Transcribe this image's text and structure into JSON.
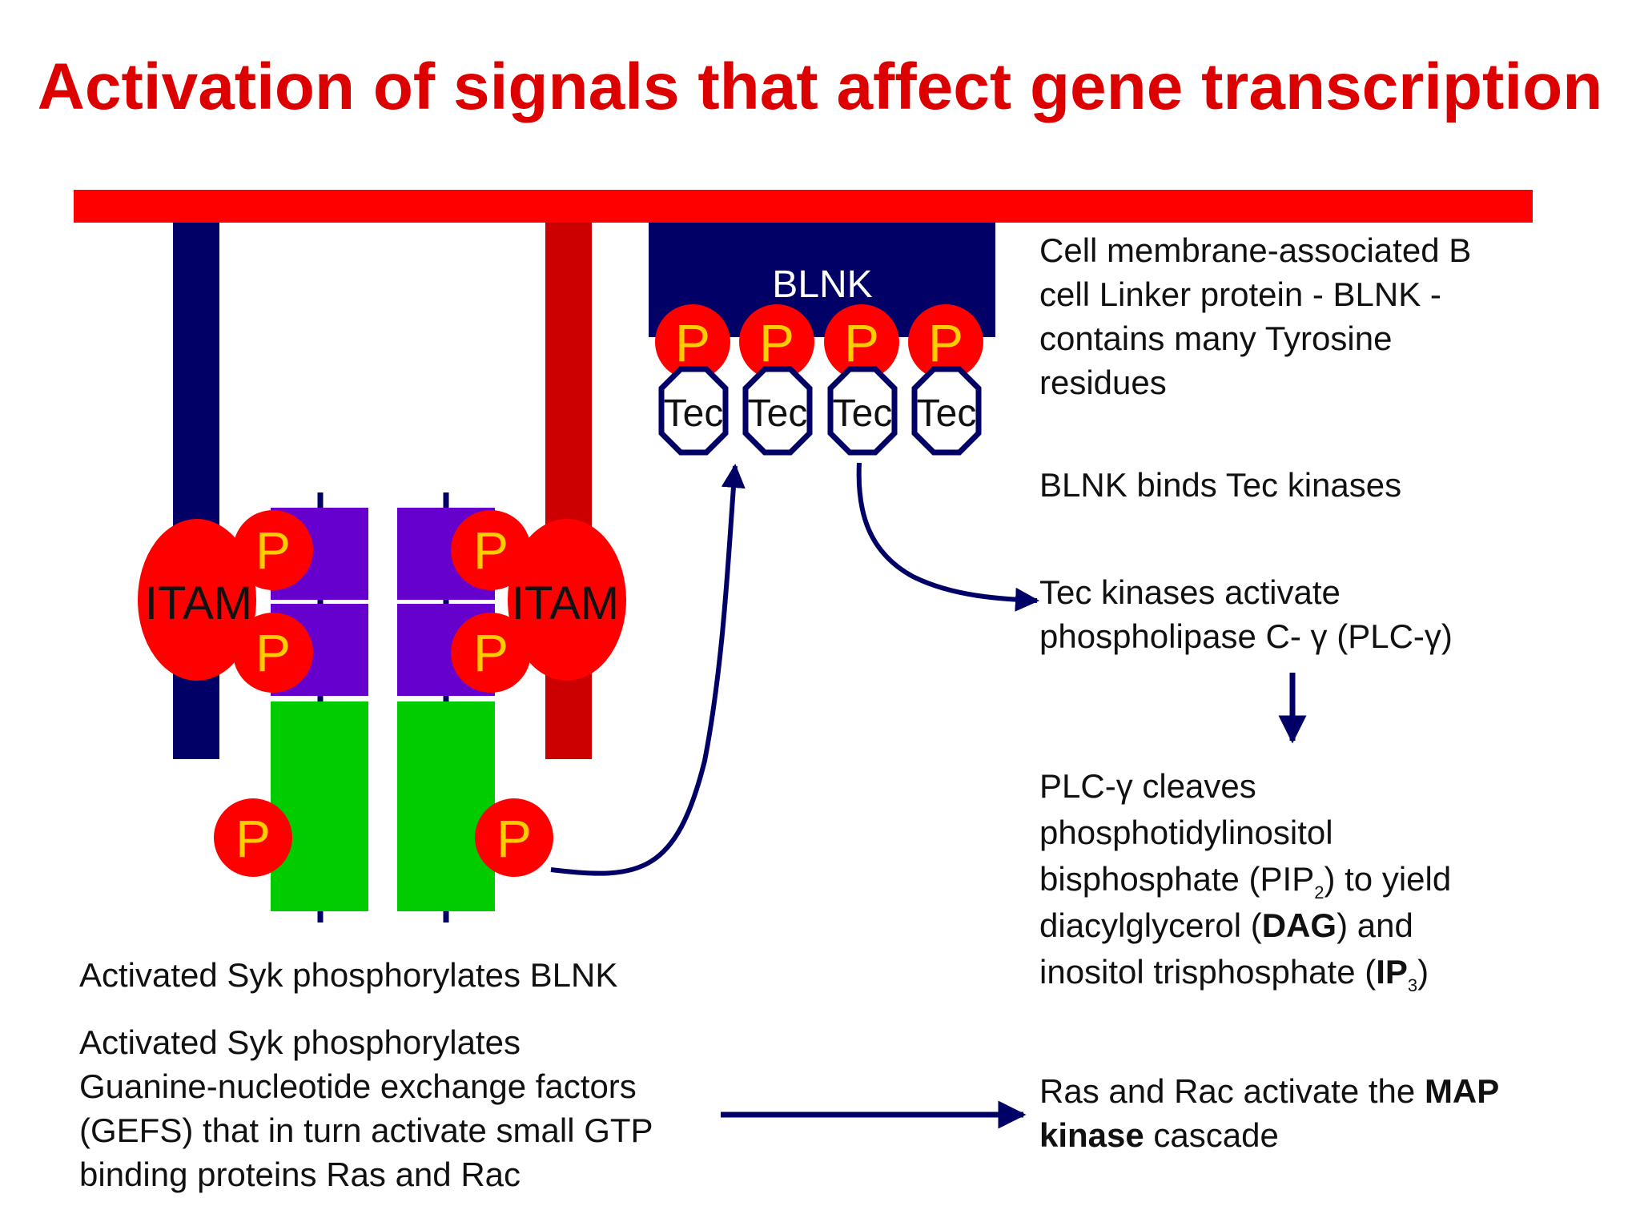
{
  "title": "Activation of signals that affect gene transcription",
  "colors": {
    "title": "#dd0000",
    "membrane": "#ff0000",
    "chain_left": "#000066",
    "chain_right": "#cc0000",
    "itam": "#ff0000",
    "phospho_text": "#ffcc00",
    "syk_upper": "#6600cc",
    "syk_lower": "#00cc00",
    "blnk": "#000066",
    "arrow": "#000066"
  },
  "diagram": {
    "blnk_label": "BLNK",
    "itam_label": "ITAM",
    "phospho_label": "P",
    "tec_label": "Tec",
    "tec_count": 4
  },
  "notes": {
    "blnk_desc": {
      "line1": "Cell membrane-associated B",
      "line2": "cell Linker protein  - BLNK -",
      "line3": "contains many Tyrosine",
      "line4": "residues"
    },
    "blnk_binds": "BLNK binds Tec kinases",
    "tec_activate": {
      "line1": "Tec kinases activate",
      "line2": "phospholipase C- γ (PLC-γ)"
    },
    "plc": {
      "line1": "PLC-γ cleaves",
      "line2": "phosphotidylinositol",
      "line3_pre": "bisphosphate (PIP",
      "line3_sub": "2",
      "line3_post": ") to yield",
      "line4_pre": "diacylglycerol (",
      "line4_bold": "DAG",
      "line4_post": ") and",
      "line5_pre": "inositol trisphosphate (",
      "line5_bold": "IP",
      "line5_sub": "3",
      "line5_post": ")"
    },
    "ras": {
      "line1_pre": "Ras and Rac activate the ",
      "line1_bold": "MAP",
      "line2_bold": "kinase",
      "line2_post": " cascade"
    },
    "syk_blnk": "Activated Syk phosphorylates BLNK",
    "syk_gef": {
      "line1": "Activated Syk phosphorylates",
      "line2": "Guanine-nucleotide exchange factors",
      "line3": "(GEFS) that in turn activate small GTP",
      "line4": "binding proteins  Ras and Rac"
    }
  }
}
